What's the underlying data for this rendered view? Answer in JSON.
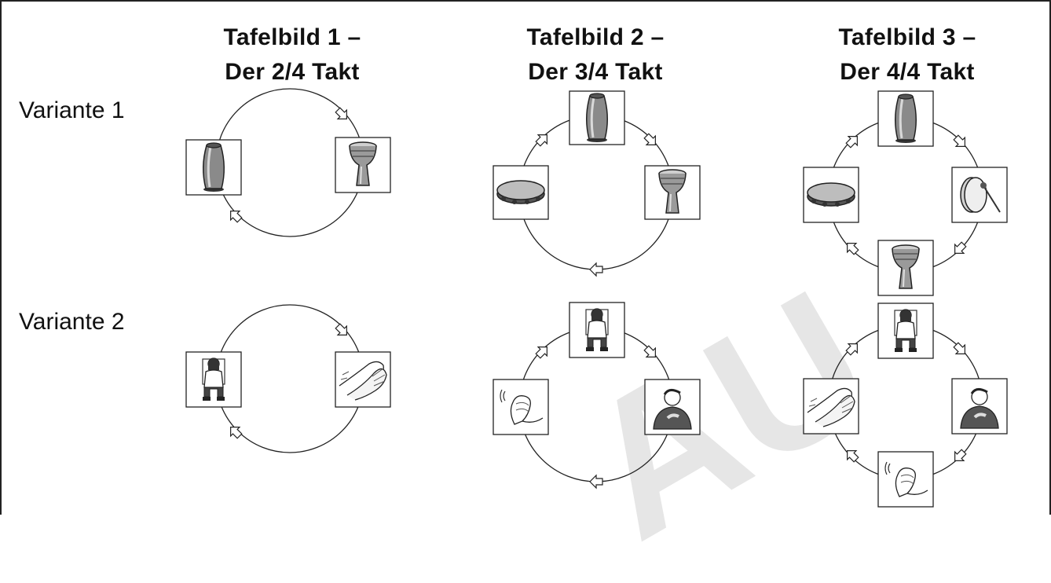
{
  "headings": [
    {
      "line1": "Tafelbild 1 –",
      "line2": "Der 2/4 Takt"
    },
    {
      "line1": "Tafelbild 2 –",
      "line2": "Der 3/4 Takt"
    },
    {
      "line1": "Tafelbild 3 –",
      "line2": "Der 4/4 Takt"
    }
  ],
  "rows": [
    {
      "label": "Variante 1"
    },
    {
      "label": "Variante 2"
    }
  ],
  "watermark": "AU",
  "cycles": [
    {
      "row": 1,
      "table": 1,
      "steps": [
        "conga",
        "djembe"
      ]
    },
    {
      "row": 1,
      "table": 2,
      "steps": [
        "conga",
        "djembe",
        "tambourine"
      ]
    },
    {
      "row": 1,
      "table": 3,
      "steps": [
        "conga",
        "hand-drum",
        "djembe",
        "tambourine"
      ]
    },
    {
      "row": 2,
      "table": 1,
      "steps": [
        "seated-person",
        "clapping-hands"
      ]
    },
    {
      "row": 2,
      "table": 2,
      "steps": [
        "seated-person",
        "person-hand-on-chest",
        "snapping-fingers"
      ]
    },
    {
      "row": 2,
      "table": 3,
      "steps": [
        "seated-person",
        "person-hand-on-chest",
        "snapping-fingers",
        "clapping-hands"
      ]
    }
  ]
}
